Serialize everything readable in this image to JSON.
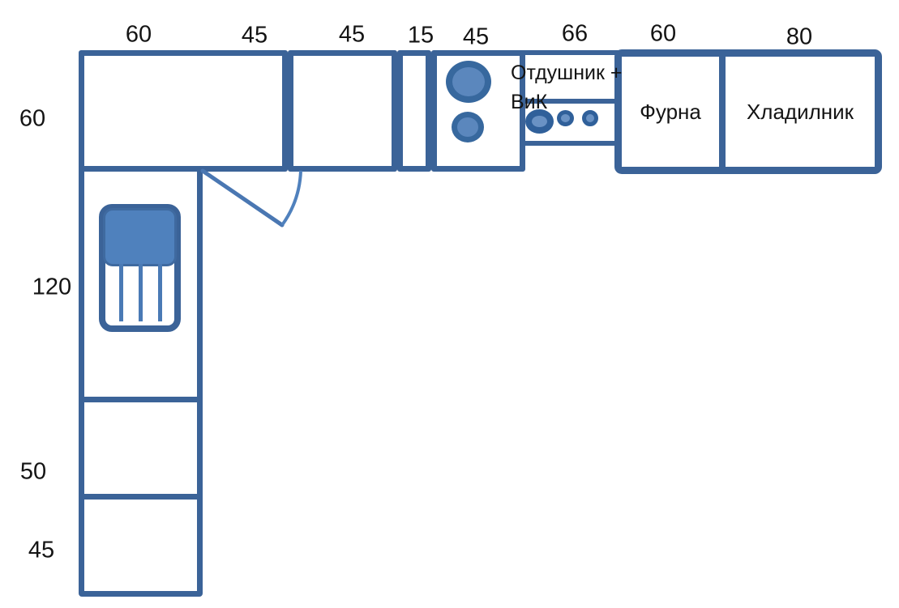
{
  "diagram": {
    "type": "kitchen-floor-plan",
    "dims": {
      "top": [
        "60",
        "45",
        "45",
        "15",
        "45",
        "66",
        "60",
        "80"
      ],
      "left": [
        "60",
        "120",
        "50",
        "45"
      ]
    },
    "labels": {
      "vent_line1": "Отдушник +",
      "vent_line2": "ВиК",
      "oven": "Фурна",
      "fridge": "Хладилник"
    },
    "colors": {
      "wall": "#3b6398",
      "accent": "#4f81bd",
      "fill_light": "#5b87bd",
      "ring_dark": "#30609a",
      "ring_mid": "#37689e",
      "door_arc": "#5081bd",
      "text": "#141414"
    },
    "symbols": {
      "sink": "sink-two-basins",
      "vent_connections": "three-pipe-connections",
      "door": "door-swing-arc",
      "furniture": "chair-radiator-top-view"
    }
  }
}
